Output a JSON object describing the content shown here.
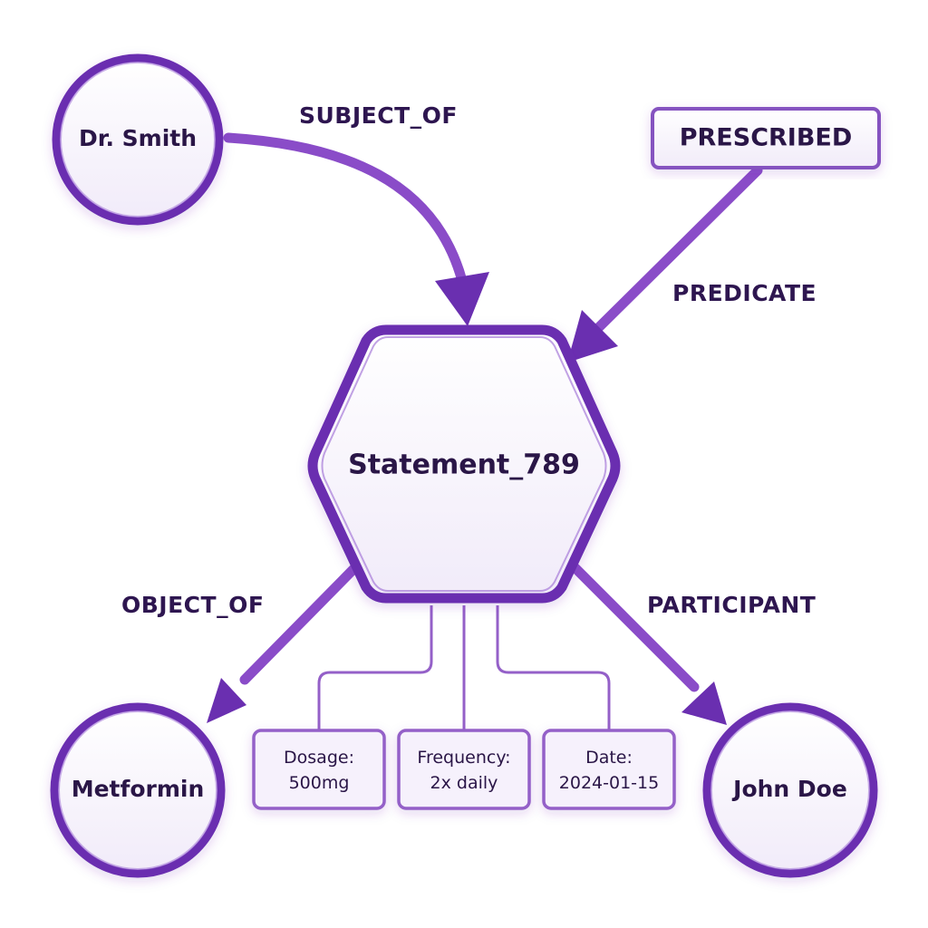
{
  "colors": {
    "accent": "#6a2fb0",
    "accent_light": "#9b5fd6",
    "node_fill": "#f5f0fb",
    "text": "#2a1446"
  },
  "nodes": {
    "subject": {
      "label": "Dr. Smith",
      "shape": "circle"
    },
    "predicate_box": {
      "label": "PRESCRIBED",
      "shape": "rounded-rectangle"
    },
    "statement": {
      "label": "Statement_789",
      "shape": "hexagon"
    },
    "object": {
      "label": "Metformin",
      "shape": "circle"
    },
    "participant": {
      "label": "John Doe",
      "shape": "circle"
    }
  },
  "edges": {
    "subject_of": {
      "label": "SUBJECT_OF",
      "from": "Dr. Smith",
      "to": "Statement_789"
    },
    "predicate": {
      "label": "PREDICATE",
      "from": "PRESCRIBED",
      "to": "Statement_789"
    },
    "object_of": {
      "label": "OBJECT_OF",
      "from": "Statement_789",
      "to": "Metformin"
    },
    "participant": {
      "label": "PARTICIPANT",
      "from": "Statement_789",
      "to": "John Doe"
    }
  },
  "properties": [
    {
      "key": "Dosage:",
      "value": "500mg"
    },
    {
      "key": "Frequency:",
      "value": "2x daily"
    },
    {
      "key": "Date:",
      "value": "2024-01-15"
    }
  ]
}
